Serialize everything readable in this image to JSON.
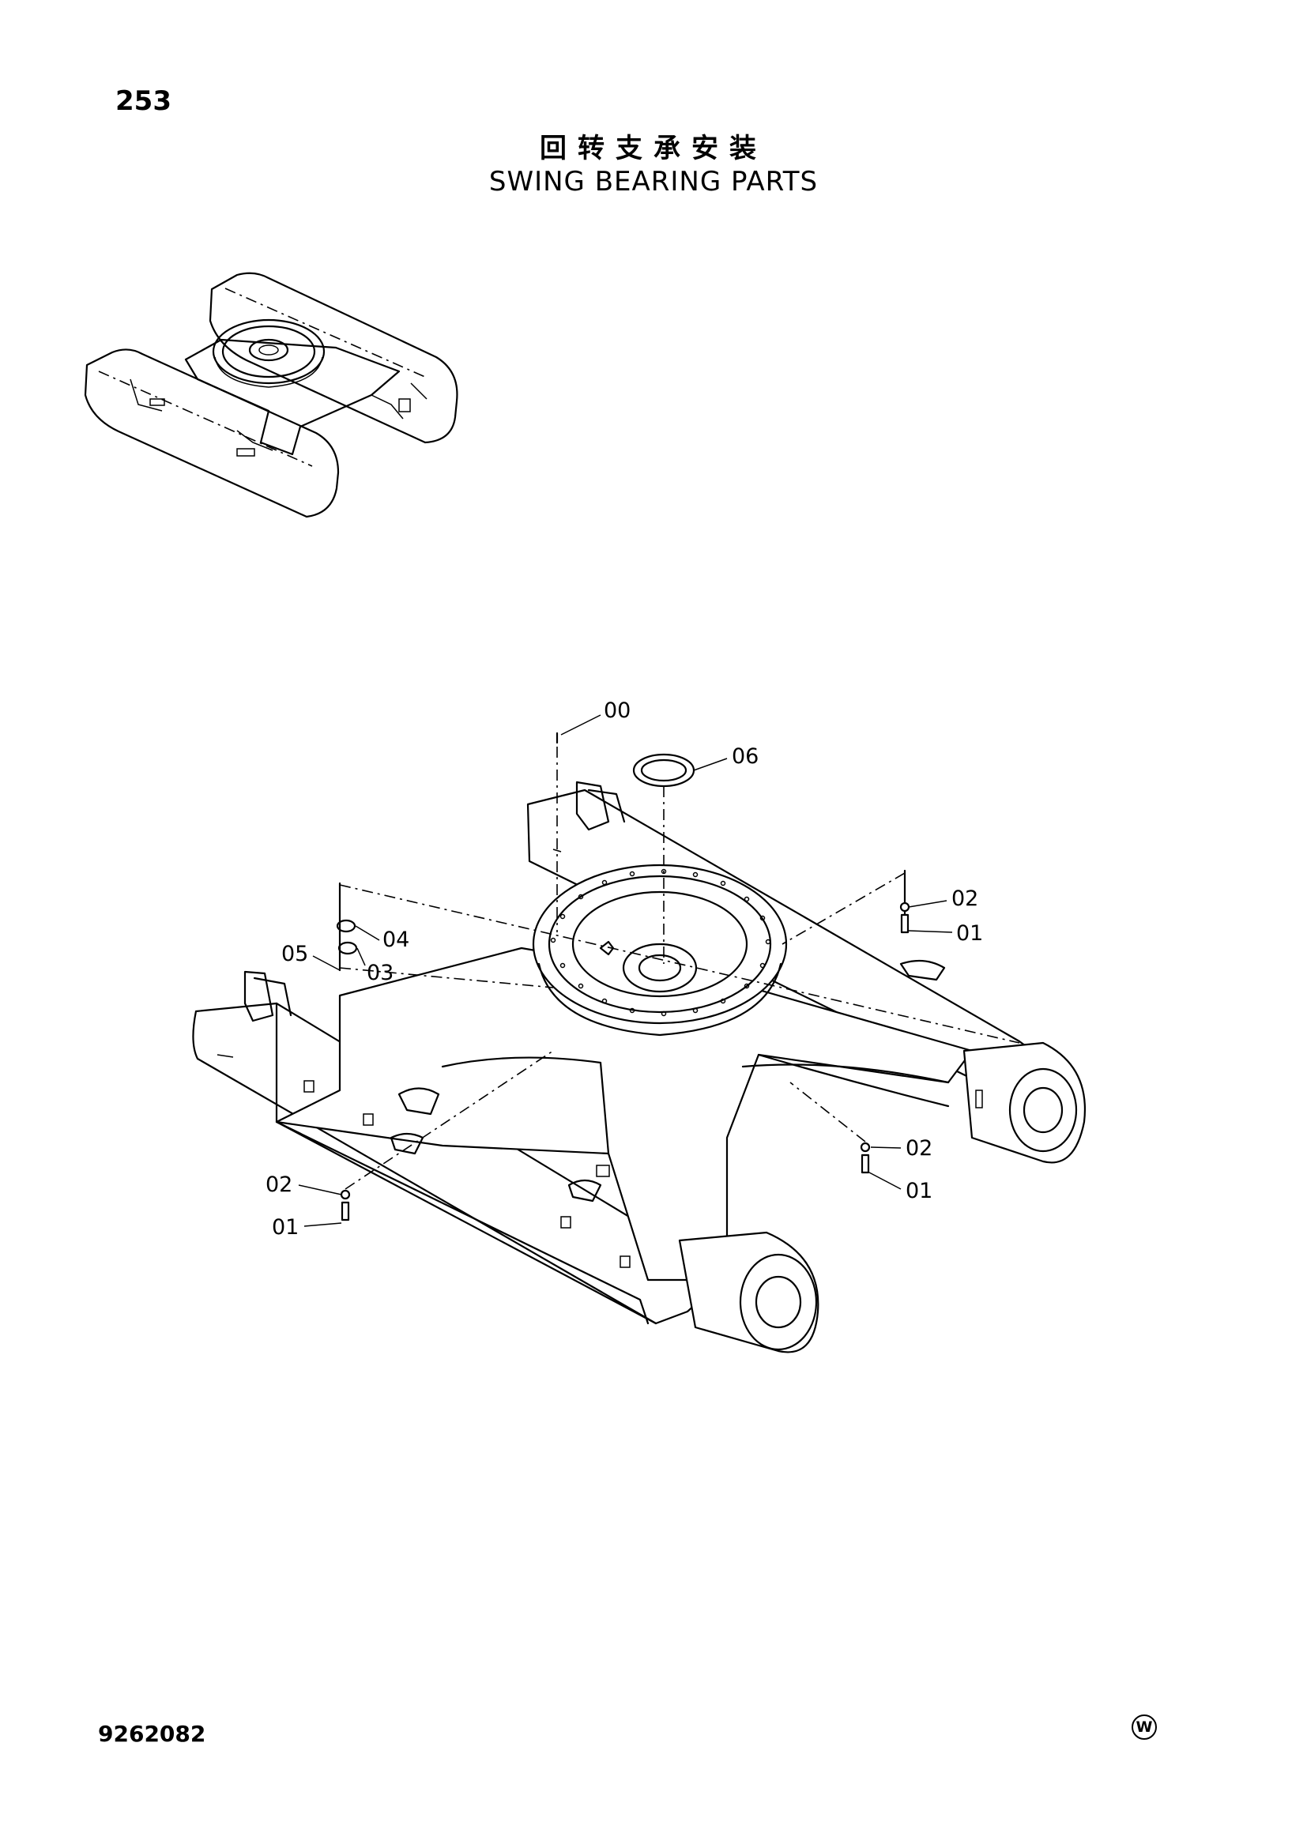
{
  "header": {
    "page_number": "253",
    "title_cn": "回转支承安装",
    "title_en": "SWING BEARING PARTS"
  },
  "callouts": {
    "c00": "00",
    "c06": "06",
    "c02_right": "02",
    "c01_right": "01",
    "c04": "04",
    "c05": "05",
    "c03": "03",
    "c02_mid": "02",
    "c01_mid": "01",
    "c02_left": "02",
    "c01_left": "01"
  },
  "footer": {
    "drawing_number": "9262082",
    "publisher_mark": "W"
  }
}
